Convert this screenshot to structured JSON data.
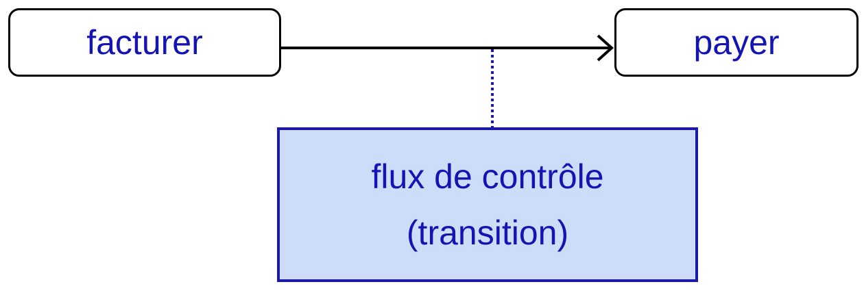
{
  "diagram": {
    "nodes": [
      {
        "id": "facturer",
        "label": "facturer"
      },
      {
        "id": "payer",
        "label": "payer"
      }
    ],
    "edges": [
      {
        "from": "facturer",
        "to": "payer",
        "style": "solid",
        "arrow": "open"
      }
    ],
    "annotation": {
      "lines": [
        "flux de contrôle",
        "(transition)"
      ],
      "attached_to_edge": "facturer-payer",
      "connector_style": "dotted"
    }
  },
  "colors": {
    "text": "#1414b4",
    "node_border": "#000000",
    "node_fill": "#ffffff",
    "edge": "#000000",
    "note_fill": "#cddcf8",
    "note_border": "#1a1aa6",
    "connector": "#1a1aa6"
  }
}
